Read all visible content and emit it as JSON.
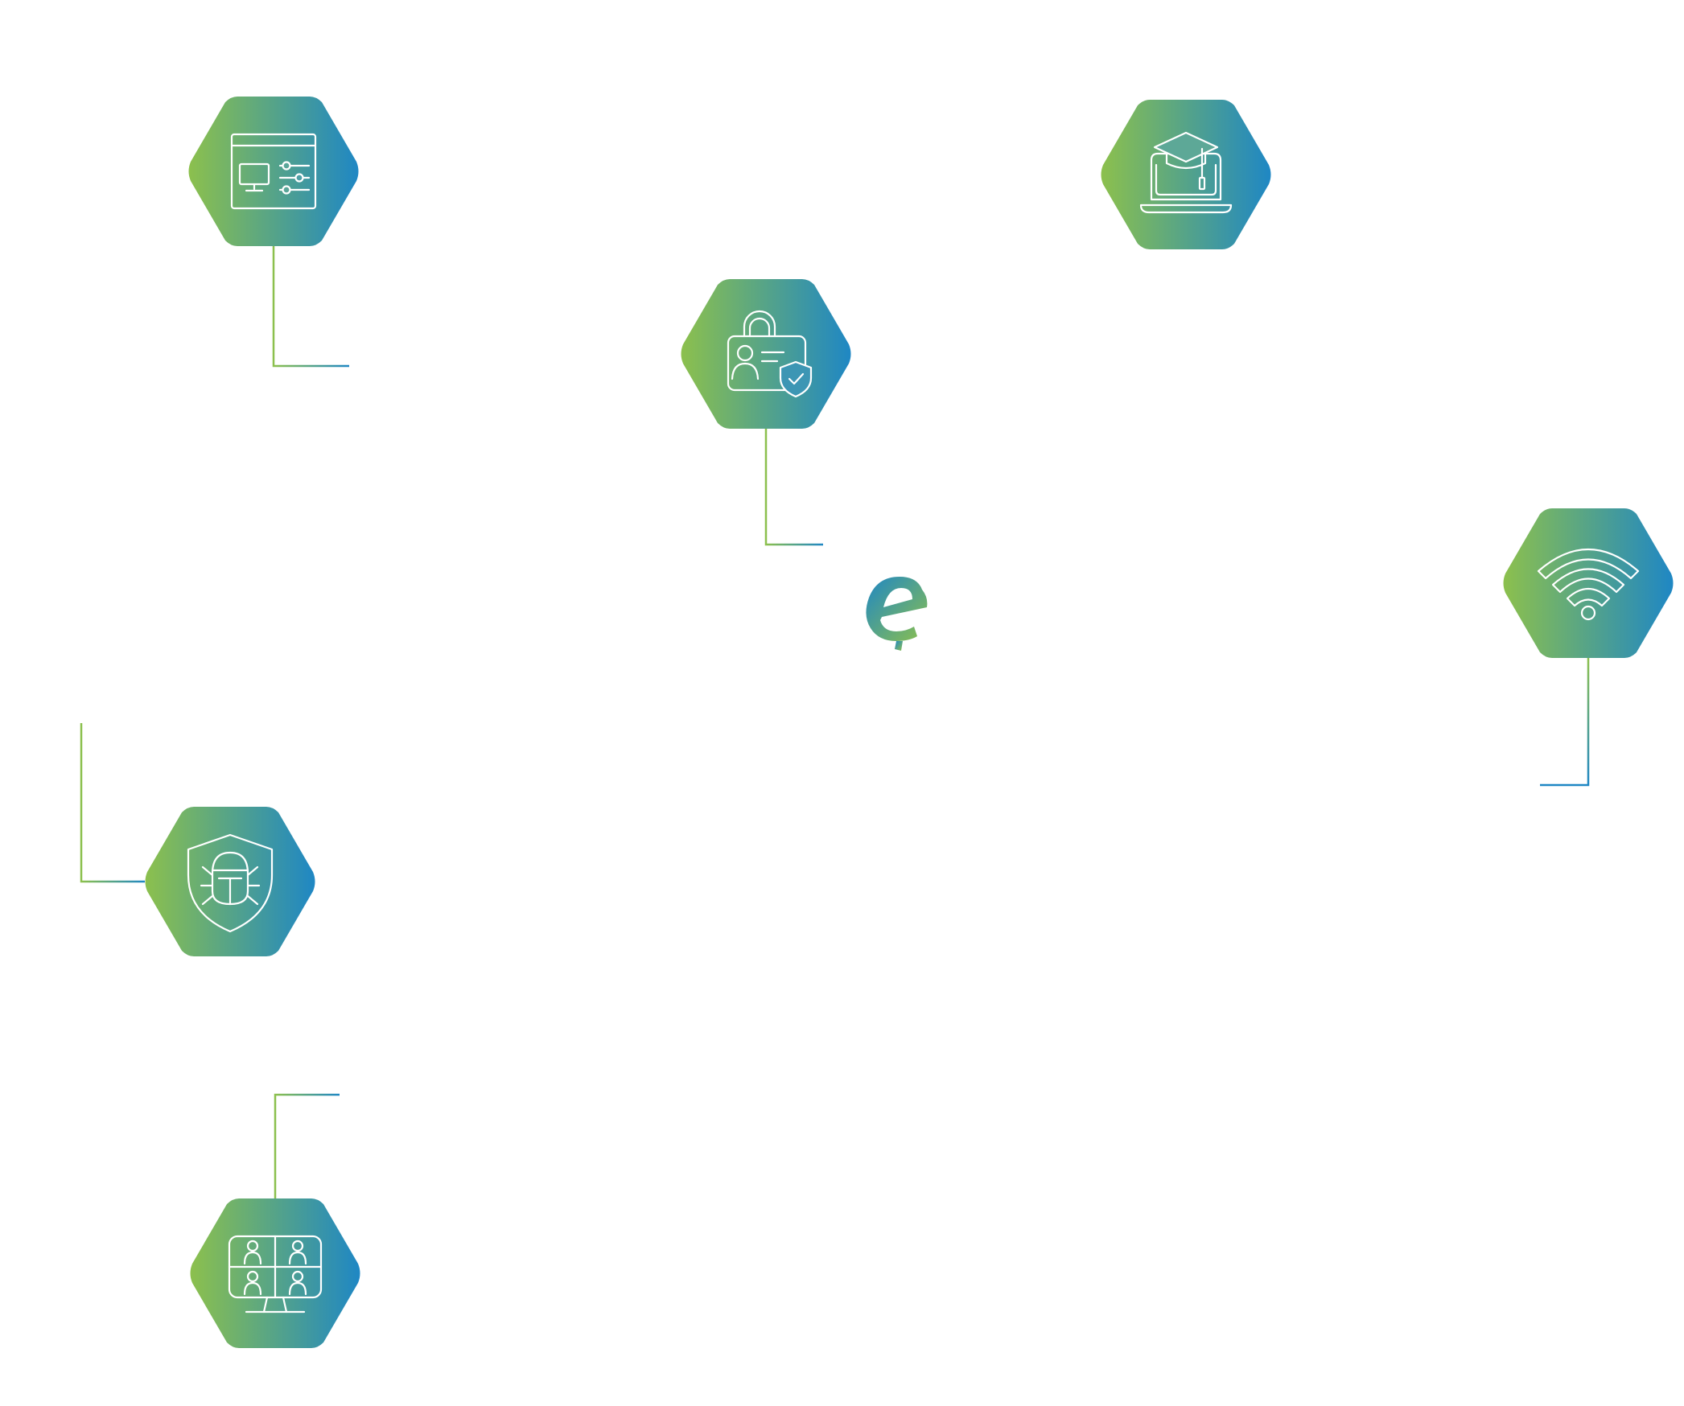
{
  "colors": {
    "gradient_start": "#8cc04d",
    "gradient_end": "#1f87c4",
    "connector_green": "#8cc04d",
    "connector_blue": "#2b8ec6",
    "icon_stroke": "#ffffff",
    "background": "#ffffff"
  },
  "center_logo": {
    "glyph": "e",
    "description_icon": "brand-e-logo"
  },
  "nodes": [
    {
      "id": "device-management",
      "icon": "computer-settings-icon"
    },
    {
      "id": "identity-security",
      "icon": "id-lock-shield-icon"
    },
    {
      "id": "e-learning",
      "icon": "graduation-laptop-icon"
    },
    {
      "id": "wireless-network",
      "icon": "wifi-icon"
    },
    {
      "id": "malware-protection",
      "icon": "bug-shield-icon"
    },
    {
      "id": "video-conferencing",
      "icon": "video-meeting-icon"
    }
  ]
}
